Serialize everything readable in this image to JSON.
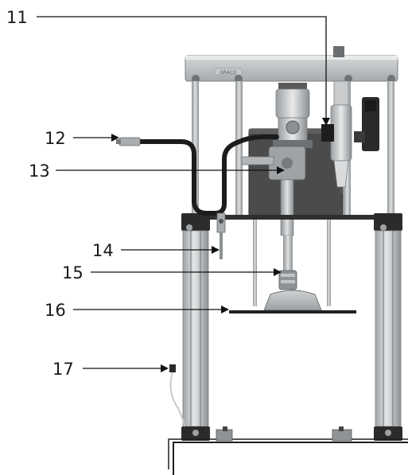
{
  "callouts": {
    "c11": "11",
    "c12": "12",
    "c13": "13",
    "c14": "14",
    "c15": "15",
    "c16": "16",
    "c17": "17"
  },
  "brand_mark": "GRACO",
  "colors": {
    "frame": "#b8bcbf",
    "frame_dark": "#8e9194",
    "column_dark": "#2b2b2b",
    "hose": "#1c1c1c",
    "motor_plate": "#4b4b4b",
    "leader": "#111111",
    "base": "#1e1e1e"
  }
}
